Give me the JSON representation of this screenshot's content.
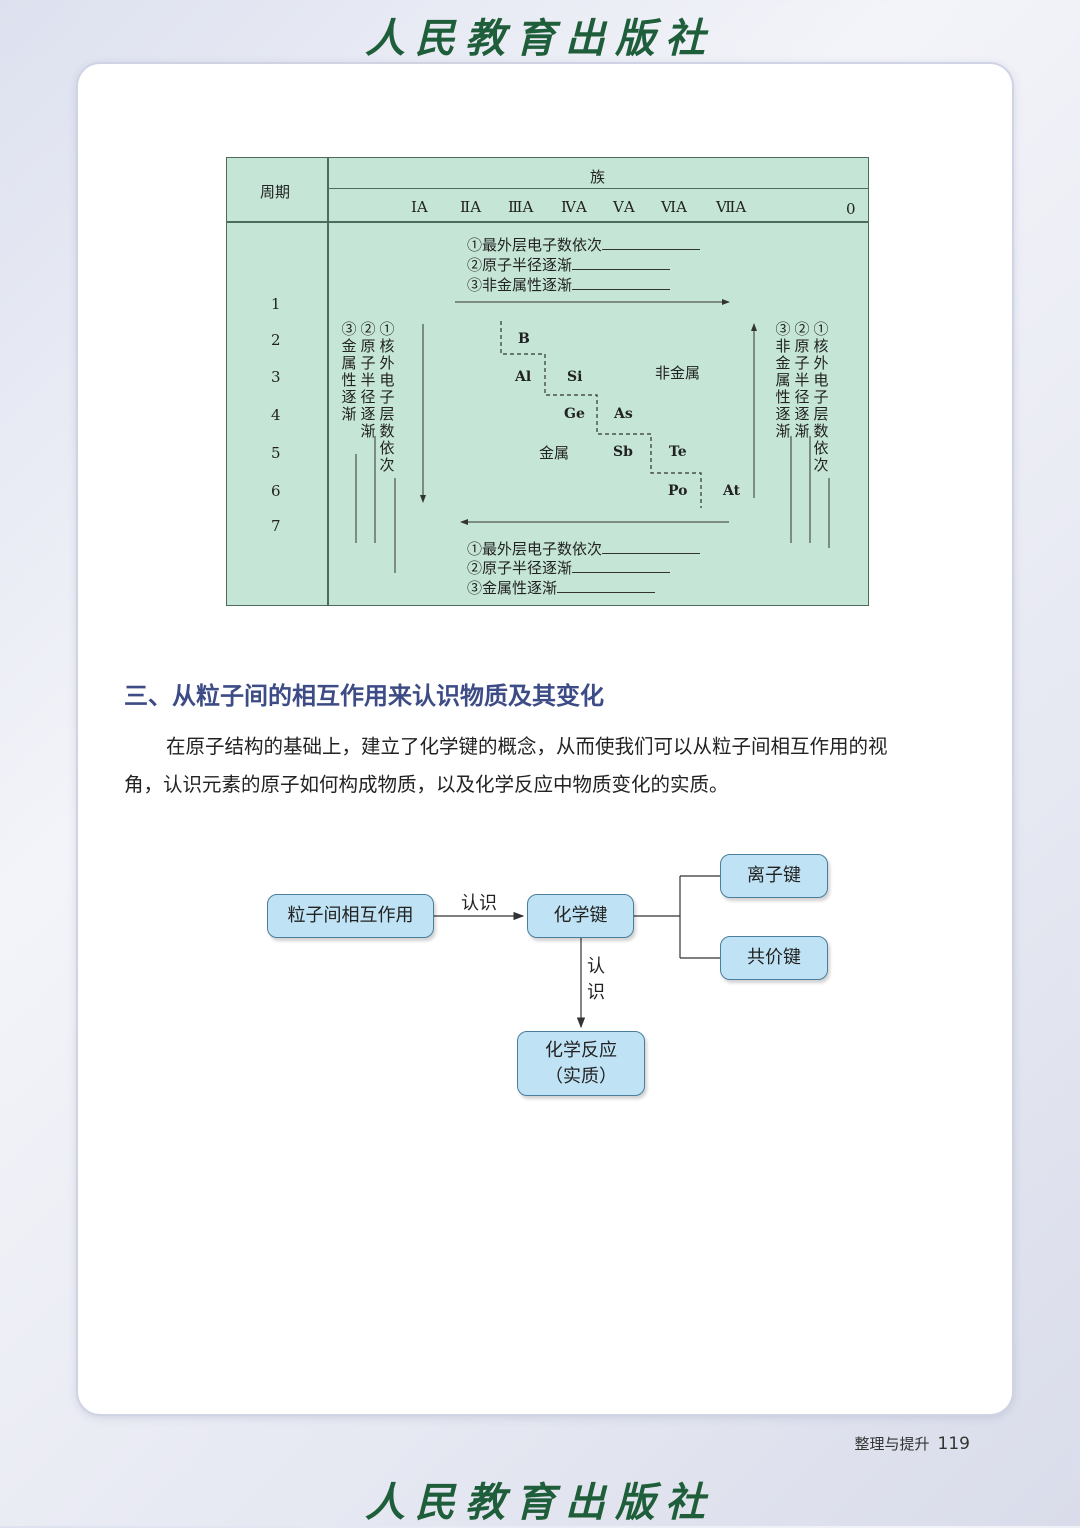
{
  "publisher": "人民教育出版社",
  "table": {
    "period_header": "周期",
    "group_header": "族",
    "groups": [
      "ⅠA",
      "ⅡA",
      "ⅢA",
      "ⅣA",
      "ⅤA",
      "ⅥA",
      "ⅦA",
      "0"
    ],
    "periods": [
      "1",
      "2",
      "3",
      "4",
      "5",
      "6",
      "7"
    ],
    "top_notes": [
      "①最外层电子数依次",
      "②原子半径逐渐",
      "③非金属性逐渐"
    ],
    "bottom_notes": [
      "①最外层电子数依次",
      "②原子半径逐渐",
      "③金属性逐渐"
    ],
    "left_notes": [
      "③金属性逐渐",
      "②原子半径逐渐",
      "①核外电子层数依次"
    ],
    "right_notes": [
      "③非金属性逐渐",
      "②原子半径逐渐",
      "①核外电子层数依次"
    ],
    "nonmetal_label": "非金属",
    "metal_label": "金属",
    "elements": [
      "B",
      "Al",
      "Si",
      "Ge",
      "As",
      "Sb",
      "Te",
      "Po",
      "At"
    ]
  },
  "section_heading": "三、从粒子间的相互作用来认识物质及其变化",
  "paragraph": {
    "line1": "在原子结构的基础上，建立了化学键的概念，从而使我们可以从粒子间相互作用的视",
    "line2": "角，认识元素的原子如何构成物质，以及化学反应中物质变化的实质。"
  },
  "flow": {
    "interaction": "粒子间相互作用",
    "recognize_h": "认识",
    "bond": "化学键",
    "ionic": "离子键",
    "covalent": "共价键",
    "recognize_v": "认识",
    "reaction_line1": "化学反应",
    "reaction_line2": "（实质）"
  },
  "footer": {
    "section": "整理与提升",
    "page": "119"
  }
}
